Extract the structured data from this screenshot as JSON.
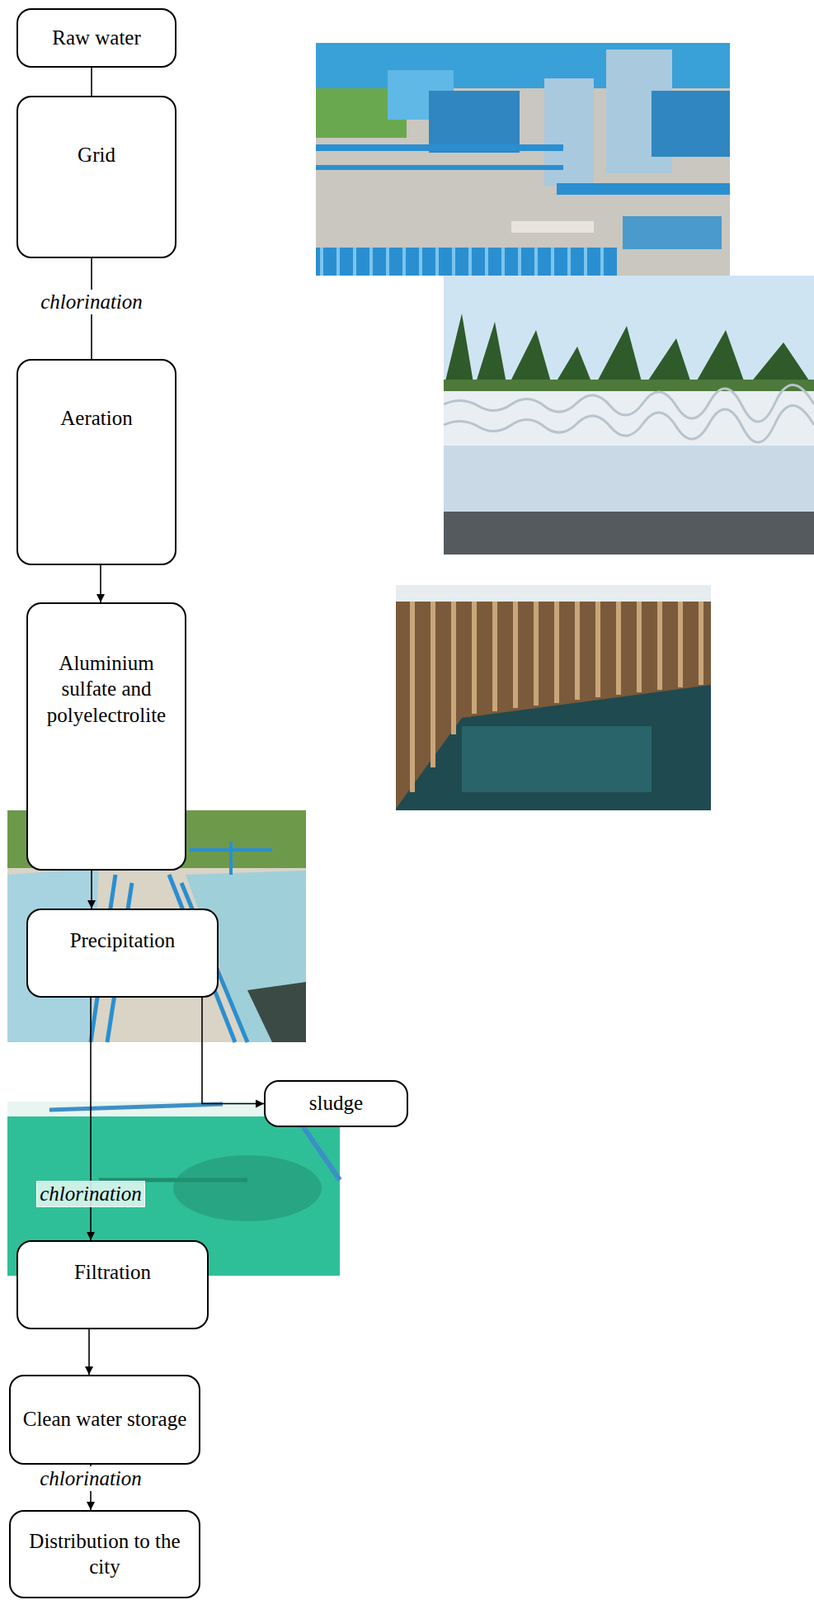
{
  "diagram": {
    "nodes": [
      {
        "text": [
          "Raw water"
        ]
      },
      {
        "text": [
          "Grid"
        ]
      },
      {
        "text": [
          "Aeration"
        ]
      },
      {
        "text": [
          "Aluminium sulfate and polyelectrolite"
        ]
      },
      {
        "text": [
          "Precipitation"
        ]
      },
      {
        "text": [
          "sludge"
        ]
      },
      {
        "text": [
          "Filtration"
        ]
      },
      {
        "text": [
          "Clean water storage"
        ]
      },
      {
        "text": [
          "Distribution to the city"
        ]
      }
    ],
    "edges": [
      {
        "from": 0,
        "to": 1,
        "arrow": "none"
      },
      {
        "from": 1,
        "to": 2,
        "arrow": "none",
        "label": "chlorination"
      },
      {
        "from": 2,
        "to": 3,
        "arrow": "to"
      },
      {
        "from": 3,
        "to": 4,
        "arrow": "to"
      },
      {
        "from": 4,
        "to": 6,
        "arrow": "to",
        "label": "chlorination"
      },
      {
        "from": 4,
        "to": 5,
        "arrow": "to"
      },
      {
        "from": 6,
        "to": 7,
        "arrow": "to"
      },
      {
        "from": 7,
        "to": 8,
        "arrow": "to",
        "label": "chlorination"
      }
    ]
  }
}
